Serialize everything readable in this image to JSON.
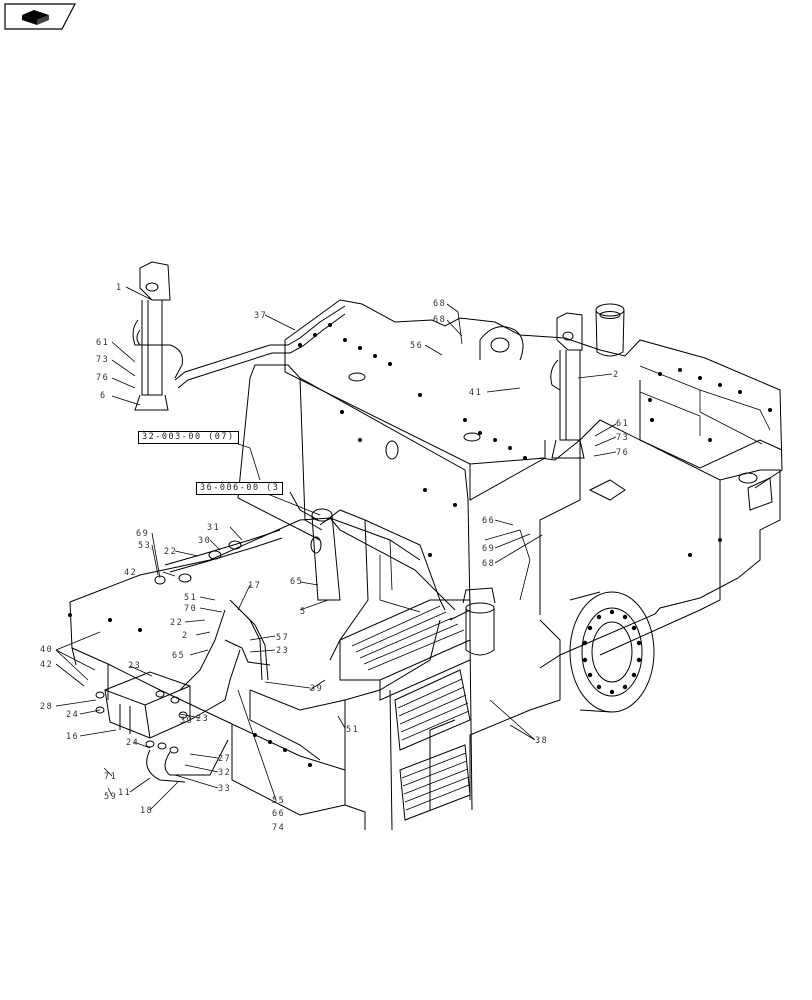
{
  "nav": {
    "icon": "arrow-right-icon"
  },
  "references": {
    "ref_a": "32-003-00 (07)",
    "ref_b": "36-006-00 (3"
  },
  "callouts": {
    "c1": "1",
    "c2": "37",
    "c3": "68",
    "c4": "68",
    "c5": "56",
    "c6": "61",
    "c7": "73",
    "c8": "76",
    "c9": "6",
    "c10": "41",
    "c11": "2",
    "c12": "61",
    "c13": "73",
    "c14": "76",
    "c15": "66",
    "c16": "69",
    "c17": "68",
    "c18": "69",
    "c19": "53",
    "c20": "22",
    "c21": "30",
    "c22": "31",
    "c23": "42",
    "c24": "51",
    "c25": "70",
    "c26": "17",
    "c27": "65",
    "c28": "5",
    "c29": "22",
    "c30": "2",
    "c31": "57",
    "c32": "23",
    "c33": "65",
    "c34": "23",
    "c35": "40",
    "c36": "42",
    "c37": "39",
    "c38": "28",
    "c39": "24",
    "c40": "16",
    "c41": "23",
    "c42": "39",
    "c43": "51",
    "c44": "38",
    "c45": "24",
    "c46": "71",
    "c47": "59",
    "c48": "27",
    "c49": "32",
    "c50": "33",
    "c51": "11",
    "c52": "18",
    "c53": "55",
    "c54": "66",
    "c55": "74"
  }
}
